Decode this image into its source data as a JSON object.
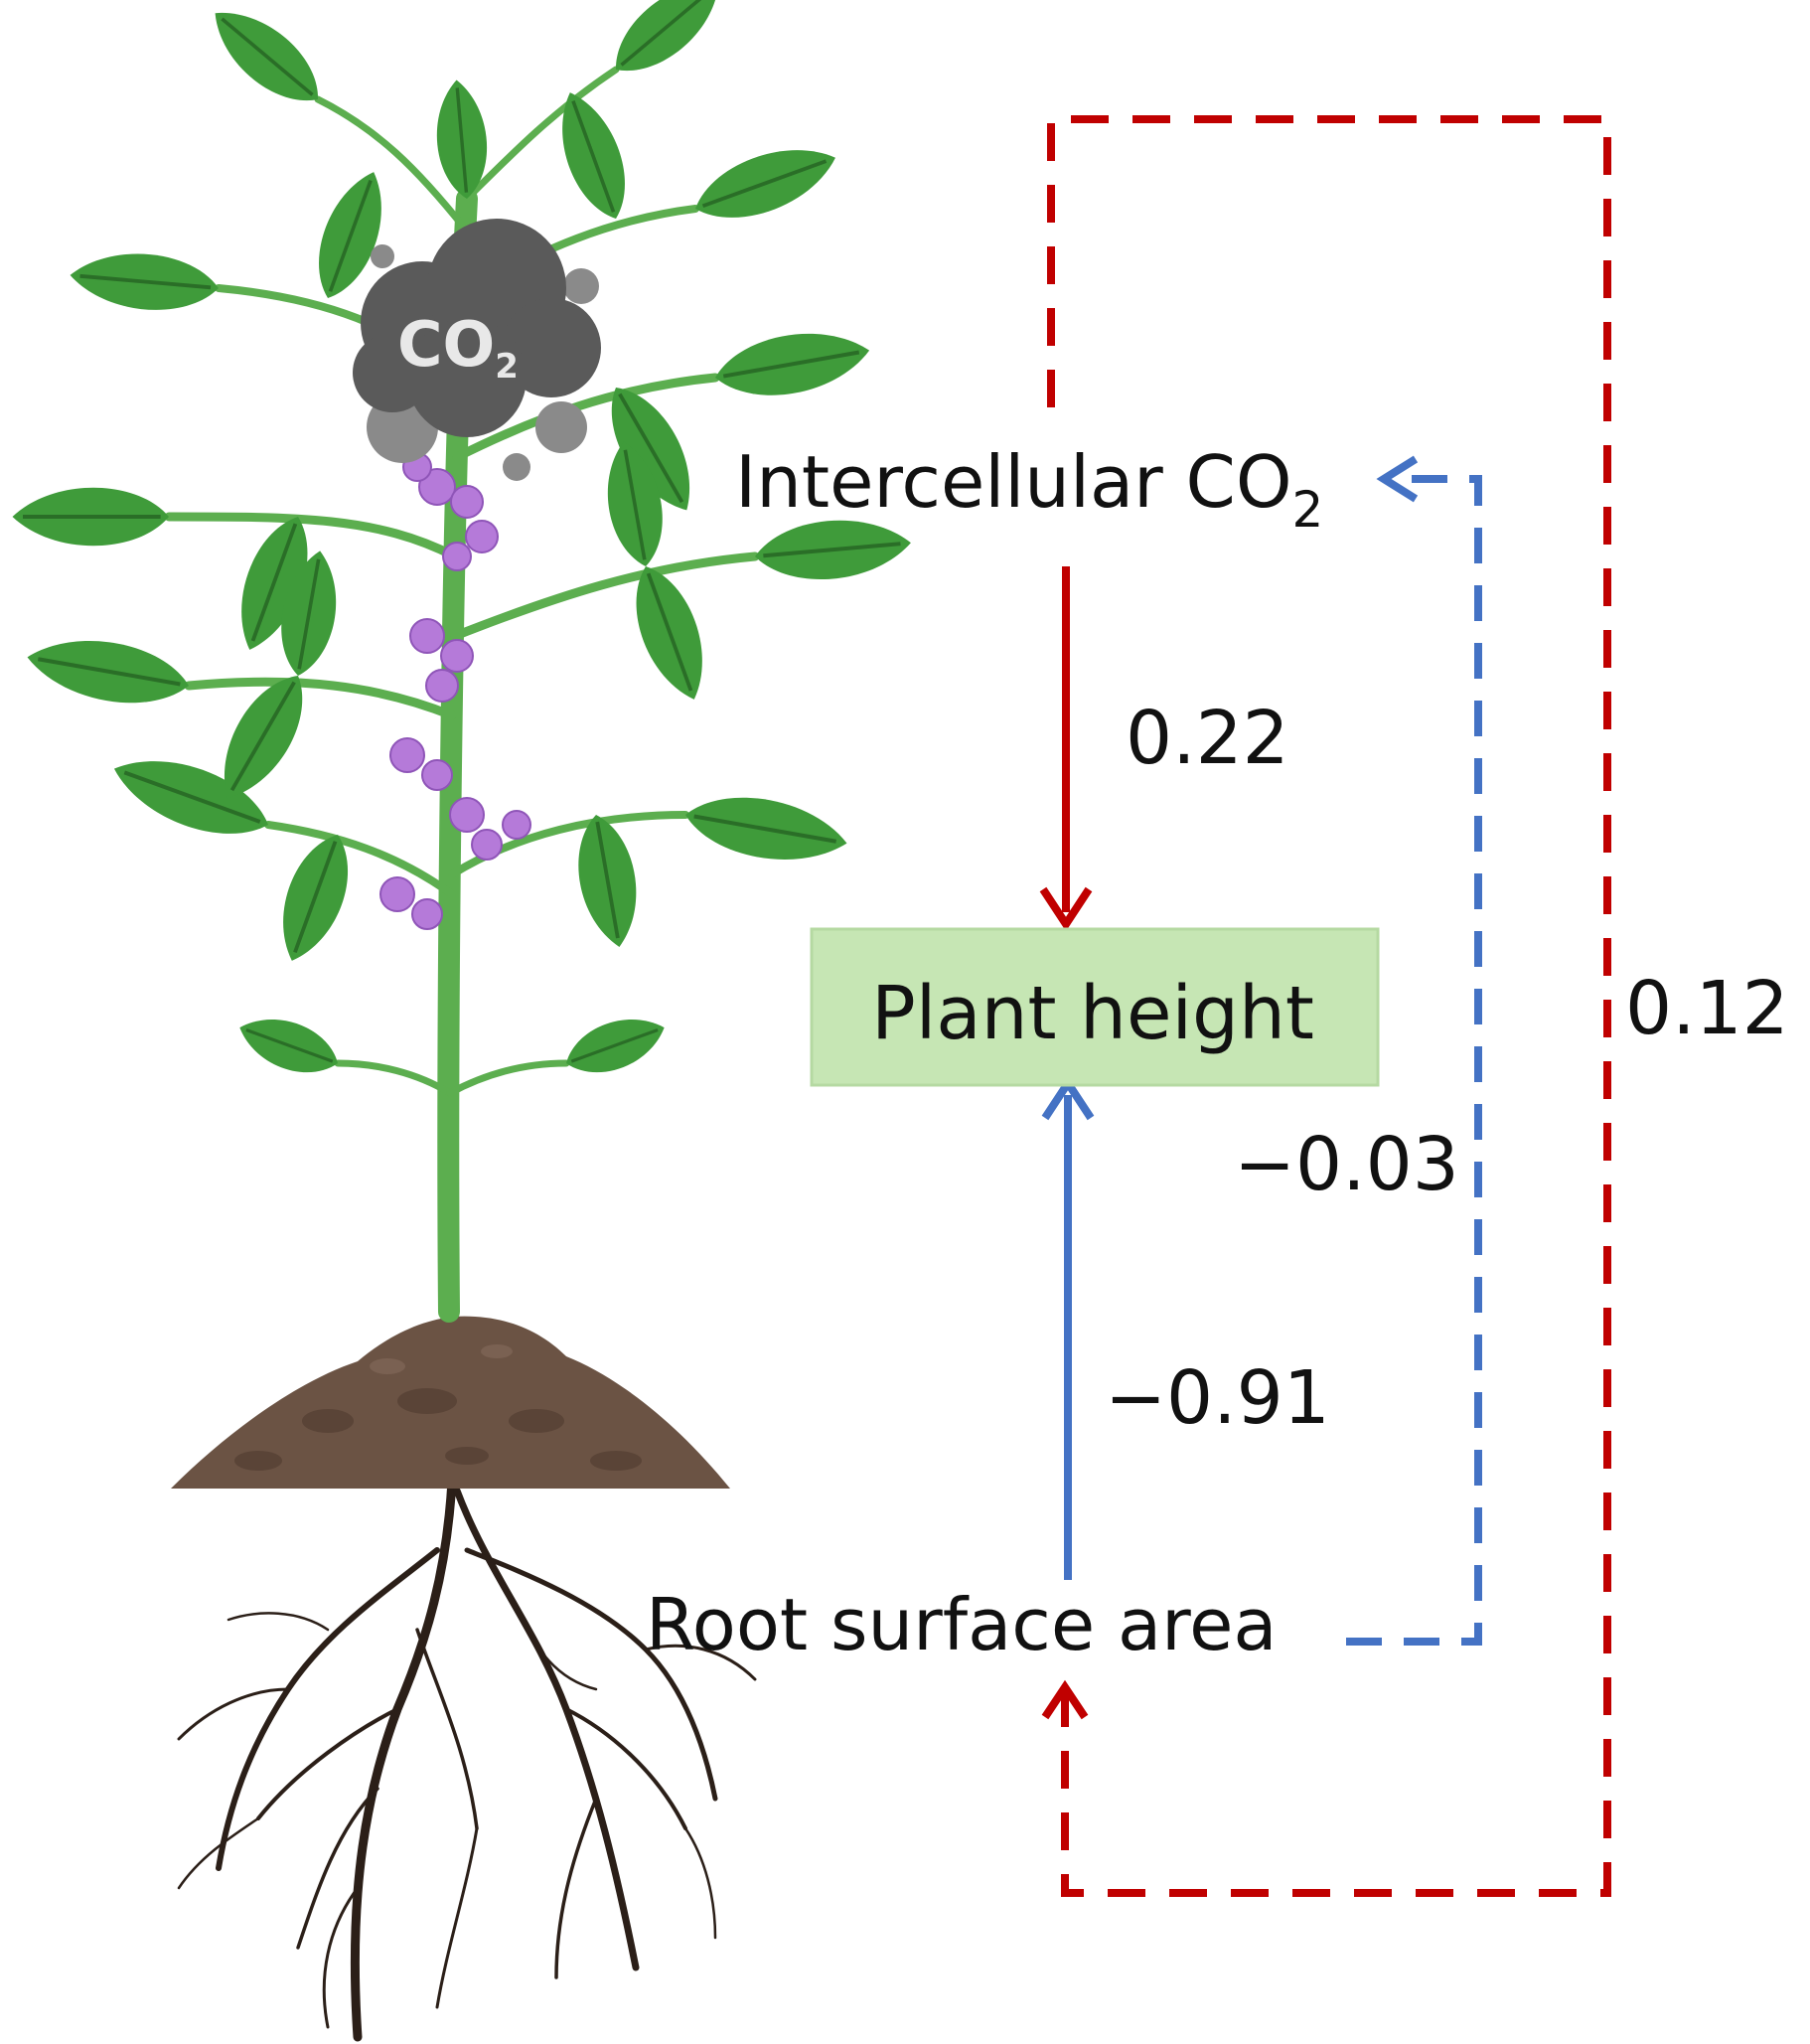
{
  "illustration": {
    "cloud_label": "CO",
    "cloud_subscript": "2"
  },
  "nodes": {
    "intercellular_co2": {
      "label": "Intercellular CO",
      "subscript": "2"
    },
    "plant_height": {
      "label": "Plant height"
    },
    "root_surface_area": {
      "label": "Root surface area"
    }
  },
  "paths": {
    "co2_to_height": {
      "coefficient": "0.22"
    },
    "root_to_height": {
      "coefficient": "−0.91"
    },
    "root_to_co2": {
      "coefficient": "−0.03"
    },
    "co2_root_correlation": {
      "coefficient": "0.12"
    }
  },
  "colors": {
    "positive": "#c00000",
    "negative": "#4472c4",
    "node_fill": "#c6e6b4",
    "leaf": "#3f9b3a",
    "leaf_dark": "#2f7d2b",
    "stem": "#5cae4f",
    "flower": "#b57ad9",
    "soil": "#6b5344",
    "root": "#2b1f18",
    "cloud": "#5a5a5a"
  }
}
